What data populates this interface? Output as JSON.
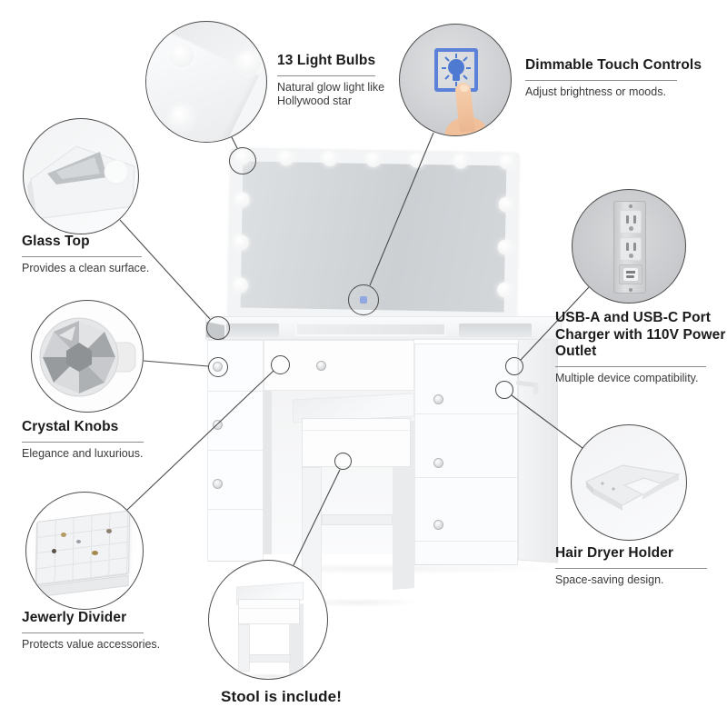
{
  "colors": {
    "accent_blue": "#5b82d8",
    "leader_line": "#4a4a4a"
  },
  "callouts": {
    "light_bulbs": {
      "title": "13 Light Bulbs",
      "desc": "Natural glow light like Hollywood star"
    },
    "touch_controls": {
      "title": "Dimmable Touch Controls",
      "desc": "Adjust brightness or moods."
    },
    "glass_top": {
      "title": "Glass Top",
      "desc": "Provides a clean surface."
    },
    "crystal_knobs": {
      "title": "Crystal Knobs",
      "desc": "Elegance and luxurious."
    },
    "jewelry_divider": {
      "title": "Jewerly Divider",
      "desc": "Protects value accessories."
    },
    "usb_charger": {
      "title": "USB-A and USB-C Port Charger with 110V Power Outlet",
      "desc": "Multiple device compatibility."
    },
    "hair_dryer_holder": {
      "title": "Hair Dryer Holder",
      "desc": "Space-saving design."
    },
    "stool": {
      "title": "Stool is include!"
    }
  }
}
